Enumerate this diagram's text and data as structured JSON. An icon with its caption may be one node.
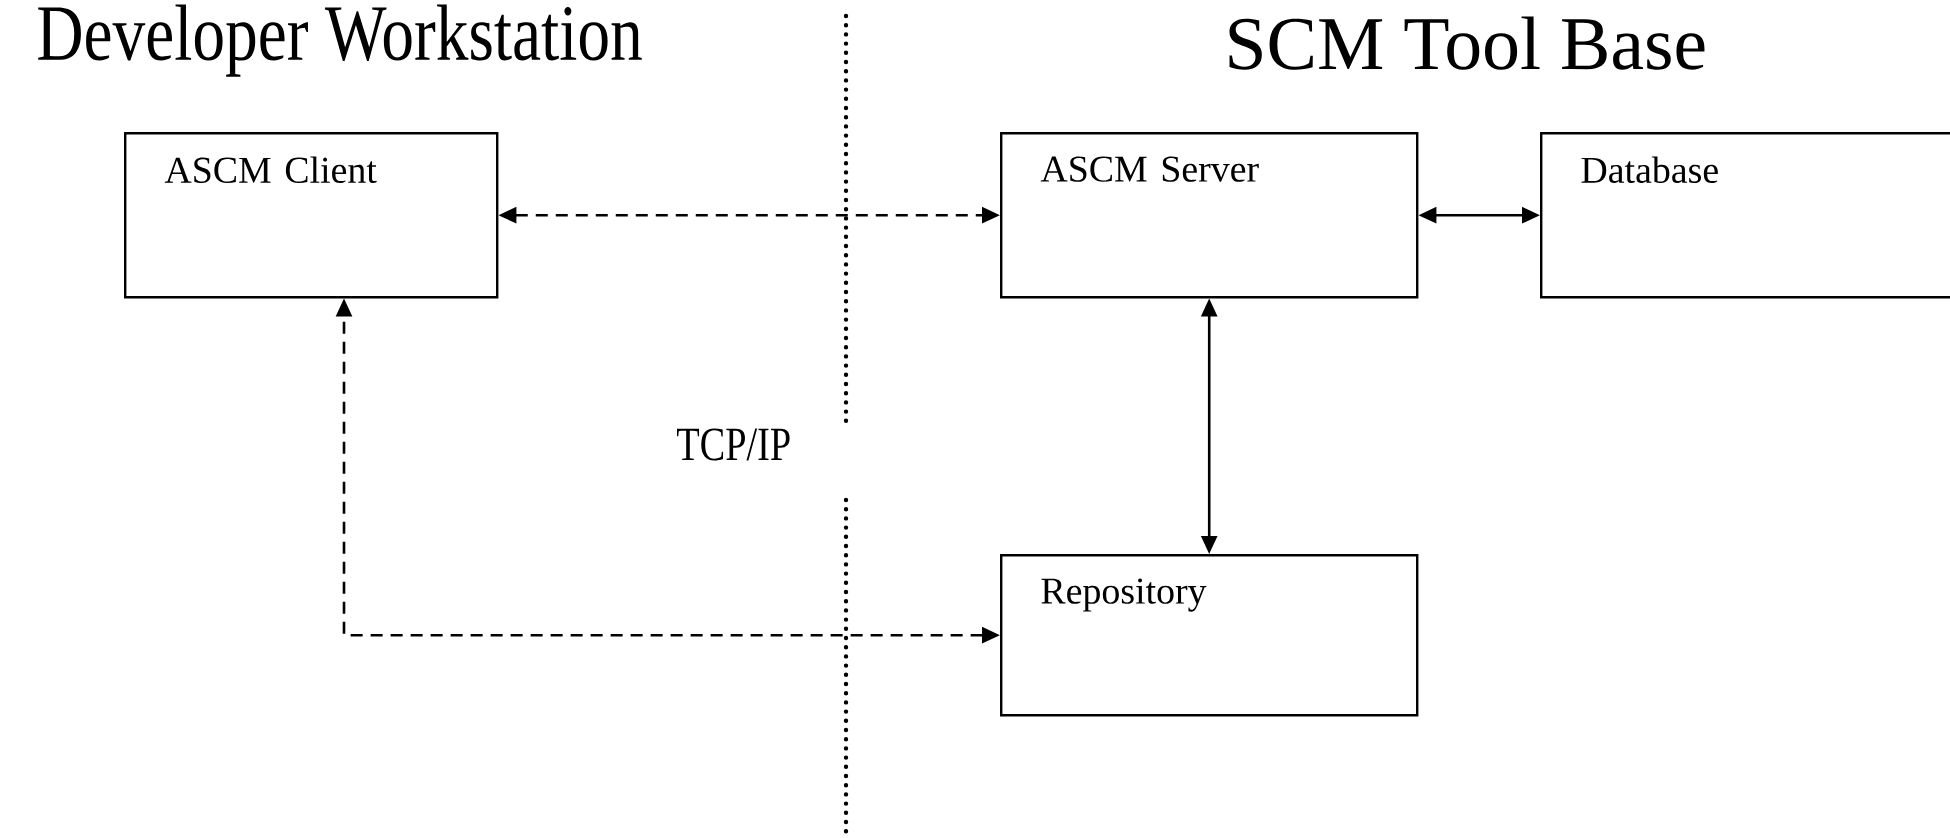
{
  "diagram": {
    "nodes": [
      {
        "text": [
          "ASCM Client"
        ]
      },
      {
        "text": [
          "ASCM Server"
        ]
      },
      {
        "text": [
          "Database"
        ]
      },
      {
        "text": [
          "Repository"
        ]
      }
    ],
    "edges": [
      {
        "from": 0,
        "to": 1,
        "arrow": "both",
        "style": "dashed"
      },
      {
        "from": 1,
        "to": 2,
        "arrow": "both"
      },
      {
        "from": 1,
        "to": 3,
        "arrow": "both"
      },
      {
        "from": 3,
        "to": 0,
        "arrow": "both",
        "style": "dashed"
      }
    ],
    "labels": [
      "Developer Workstation",
      "SCM Tool Base",
      "TCP/IP"
    ]
  }
}
